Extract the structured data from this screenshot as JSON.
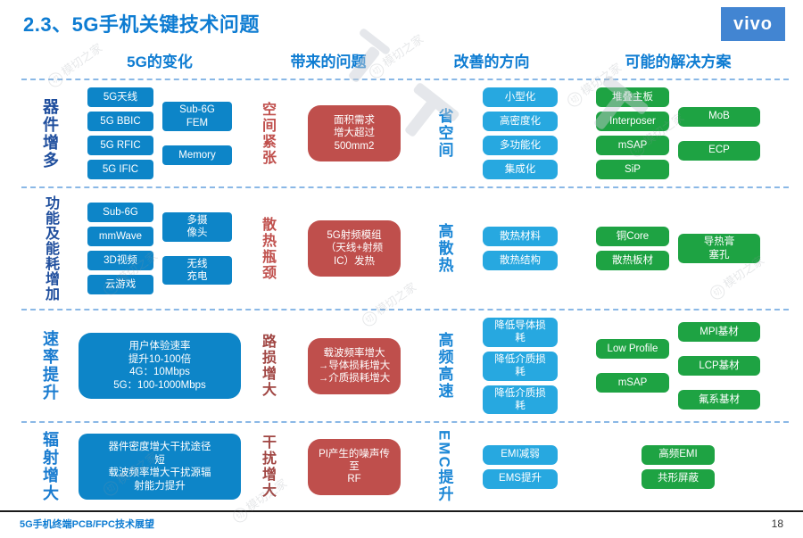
{
  "header": {
    "title": "2.3、5G手机关键技术问题",
    "logo_text": "vivo"
  },
  "column_headers": {
    "changes": "5G的变化",
    "problems": "带来的问题",
    "directions": "改善的方向",
    "solutions": "可能的解决方案"
  },
  "rows": [
    {
      "label": "器件增多",
      "changes_col1": [
        "5G天线",
        "5G BBIC",
        "5G RFIC",
        "5G IFIC"
      ],
      "changes_col2": [
        "Sub-6G\nFEM",
        "Memory"
      ],
      "problem_label": "空间紧张",
      "problem_text": "面积需求\n增大超过\n500mm2",
      "direction_label": "省空间",
      "directions": [
        "小型化",
        "高密度化",
        "多功能化",
        "集成化"
      ],
      "solutions_col1": [
        "堆叠主板",
        "Interposer",
        "mSAP",
        "SiP"
      ],
      "solutions_col2": [
        "MoB",
        "ECP"
      ]
    },
    {
      "label": "功能及能耗增加",
      "changes_col1": [
        "Sub-6G",
        "mmWave",
        "3D视频",
        "云游戏"
      ],
      "changes_col2": [
        "多摄\n像头",
        "无线\n充电"
      ],
      "problem_label": "散热瓶颈",
      "problem_text": "5G射频模组\n（天线+射频\nIC）发热",
      "direction_label": "高散热",
      "directions": [
        "散热材料",
        "散热结构"
      ],
      "solutions_col1": [
        "铜Core",
        "散热板材"
      ],
      "solutions_col2": [
        "导热膏\n塞孔"
      ]
    },
    {
      "label": "速率提升",
      "changes_big": "用户体验速率\n提升10-100倍\n4G：10Mbps\n5G：100-1000Mbps",
      "problem_label": "路损增大",
      "problem_text": "载波频率增大\n→导体损耗增大\n→介质损耗增大",
      "direction_label": "高频高速",
      "directions": [
        "降低导体损\n耗",
        "降低介质损\n耗",
        "降低介质损\n耗"
      ],
      "solutions_col1": [
        "Low Profile",
        "mSAP"
      ],
      "solutions_col2": [
        "MPI基材",
        "LCP基材",
        "氟系基材"
      ]
    },
    {
      "label": "辐射增大",
      "changes_big": "器件密度增大干扰途径\n短\n载波频率增大干扰源辐\n射能力提升",
      "problem_label": "干扰增大",
      "problem_text": "PI产生的噪声传至\nRF",
      "direction_label": "EMC提升",
      "directions": [
        "EMI减弱",
        "EMS提升"
      ],
      "solutions_col1": [
        "高频EMI",
        "共形屏蔽"
      ],
      "solutions_col2": []
    }
  ],
  "footer": {
    "left": "5G手机终端PCB/FPC技术展望",
    "page": "18"
  },
  "watermark_text": "模切之家",
  "colors": {
    "accent_blue": "#0e7cd2",
    "box_blue": "#0d85c8",
    "box_lightblue": "#27a8e0",
    "box_green": "#1ea343",
    "box_red": "#bf4f4c",
    "label_navy": "#1f4e9d",
    "label_red": "#c0504d",
    "logo_blue": "#4285d2"
  }
}
